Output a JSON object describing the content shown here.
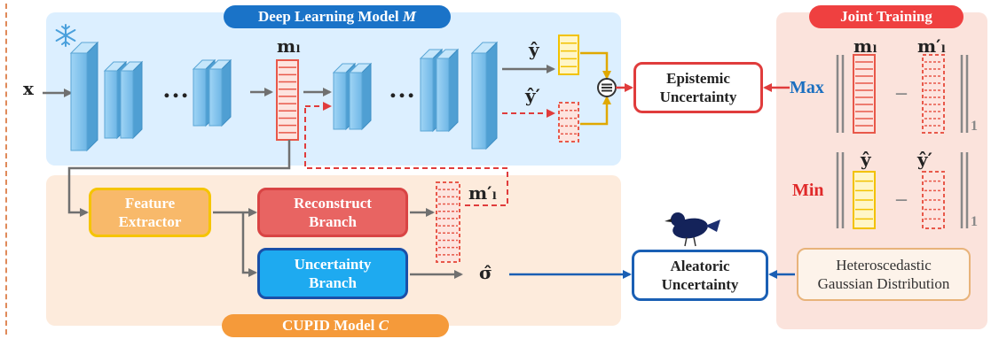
{
  "main_model": {
    "title": "Deep Learning Model",
    "symbol": "M"
  },
  "cupid_model": {
    "title": "CUPID Model",
    "symbol": "C"
  },
  "joint_training": {
    "title": "Joint Training",
    "max_label": "Max",
    "min_label": "Min",
    "norm_subscript_1": "1",
    "norm_subscript_2": "1"
  },
  "symbols": {
    "input": "x",
    "feature": "mₗ",
    "feature_recon": "m′ₗ",
    "pred": "ŷ",
    "pred_prime": "ŷ′",
    "sigma": "σ̂",
    "dots_1": "…",
    "dots_2": "…",
    "minus": "–"
  },
  "boxes": {
    "feature_extractor": "Feature\nExtractor",
    "reconstruct_branch": "Reconstruct\nBranch",
    "uncertainty_branch": "Uncertainty\nBranch",
    "epistemic": "Epistemic\nUncertainty",
    "aleatoric": "Aleatoric\nUncertainty",
    "gaussian": "Heteroscedastic\nGaussian Distribution"
  },
  "colors": {
    "model_bg": "#dcefff",
    "cupid_bg": "#fdebdc",
    "joint_bg": "#fbe3dc",
    "pill_blue": "#1a73c8",
    "pill_orange": "#f59a3a",
    "pill_red": "#ef4040",
    "feature_red": "#e8584a",
    "pred_yellow": "#f2c200",
    "epistemic_border": "#e03c3c",
    "aleatoric_border": "#1a5fb4",
    "max_blue": "#1a6fc0",
    "min_red": "#e02a2a"
  },
  "icons": [
    "snowflake-icon",
    "concat-icon",
    "bird-icon"
  ]
}
